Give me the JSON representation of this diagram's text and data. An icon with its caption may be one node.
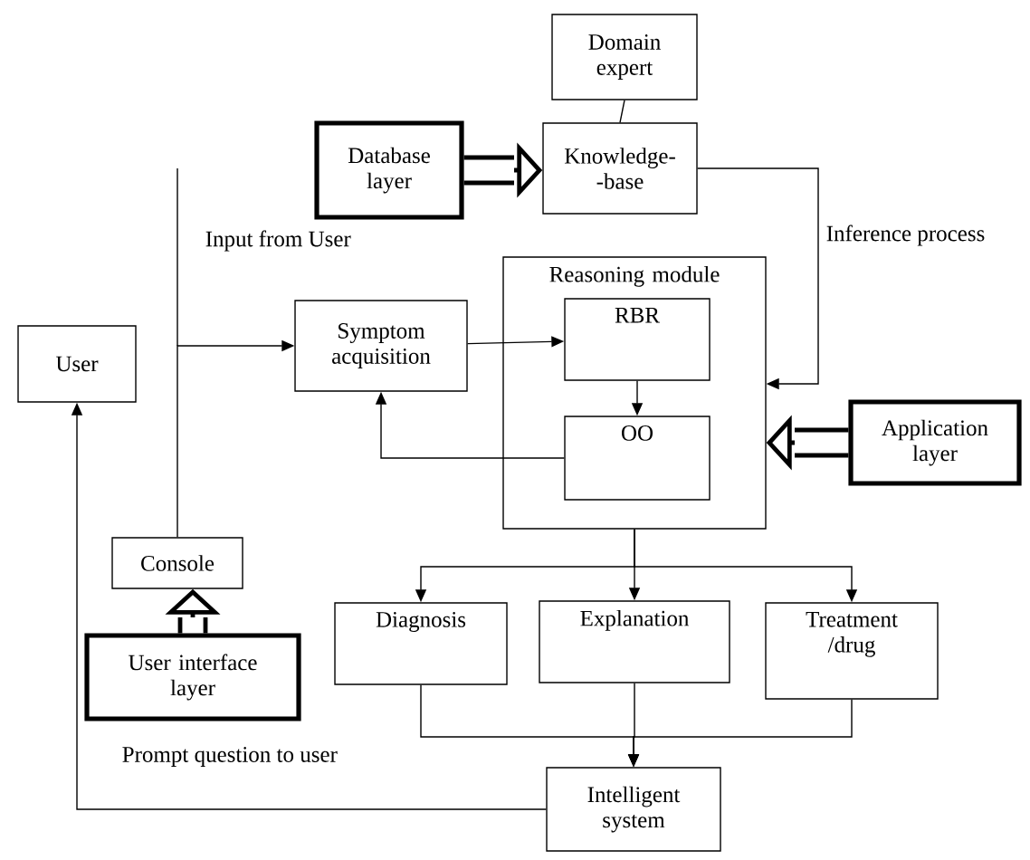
{
  "diagram": {
    "nodes": [
      {
        "text": [
          "Domain expert"
        ]
      },
      {
        "text": [
          "Database layer"
        ]
      },
      {
        "text": [
          "Knowledge- -base"
        ]
      },
      {
        "text": [
          "Reasoning module"
        ]
      },
      {
        "text": [
          "Symptom acquisition"
        ]
      },
      {
        "text": [
          "RBR"
        ],
        "in": 3
      },
      {
        "text": [
          "OO"
        ],
        "in": 3
      },
      {
        "text": [
          "Application layer"
        ]
      },
      {
        "text": [
          "User"
        ]
      },
      {
        "text": [
          "Console"
        ]
      },
      {
        "text": [
          "User interface layer"
        ]
      },
      {
        "text": [
          "Diagnosis"
        ]
      },
      {
        "text": [
          "Explanation"
        ]
      },
      {
        "text": [
          "Treatment /drug"
        ]
      },
      {
        "text": [
          "Intelligent system"
        ]
      }
    ],
    "edges": [
      {
        "from": 0,
        "to": 2,
        "arrow": "none"
      },
      {
        "from": 1,
        "to": 2,
        "arrow": "to",
        "style": "thick"
      },
      {
        "from": 2,
        "to": 3,
        "arrow": "to",
        "label": "Inference process"
      },
      {
        "from": 9,
        "to": 4,
        "arrow": "to",
        "label": "Input from User"
      },
      {
        "from": 4,
        "to": 5,
        "arrow": "to"
      },
      {
        "from": 5,
        "to": 6,
        "arrow": "to"
      },
      {
        "from": 6,
        "to": 4,
        "arrow": "to"
      },
      {
        "from": 7,
        "to": 3,
        "arrow": "to",
        "style": "thick"
      },
      {
        "from": 3,
        "to": 11,
        "arrow": "to"
      },
      {
        "from": 3,
        "to": 12,
        "arrow": "to"
      },
      {
        "from": 3,
        "to": 13,
        "arrow": "to"
      },
      {
        "from": 11,
        "to": 14,
        "arrow": "to"
      },
      {
        "from": 12,
        "to": 14,
        "arrow": "to"
      },
      {
        "from": 13,
        "to": 14,
        "arrow": "to"
      },
      {
        "from": 14,
        "to": 8,
        "arrow": "to",
        "label": "Prompt question to user"
      },
      {
        "from": 10,
        "to": 9,
        "arrow": "to",
        "style": "thick"
      }
    ]
  }
}
